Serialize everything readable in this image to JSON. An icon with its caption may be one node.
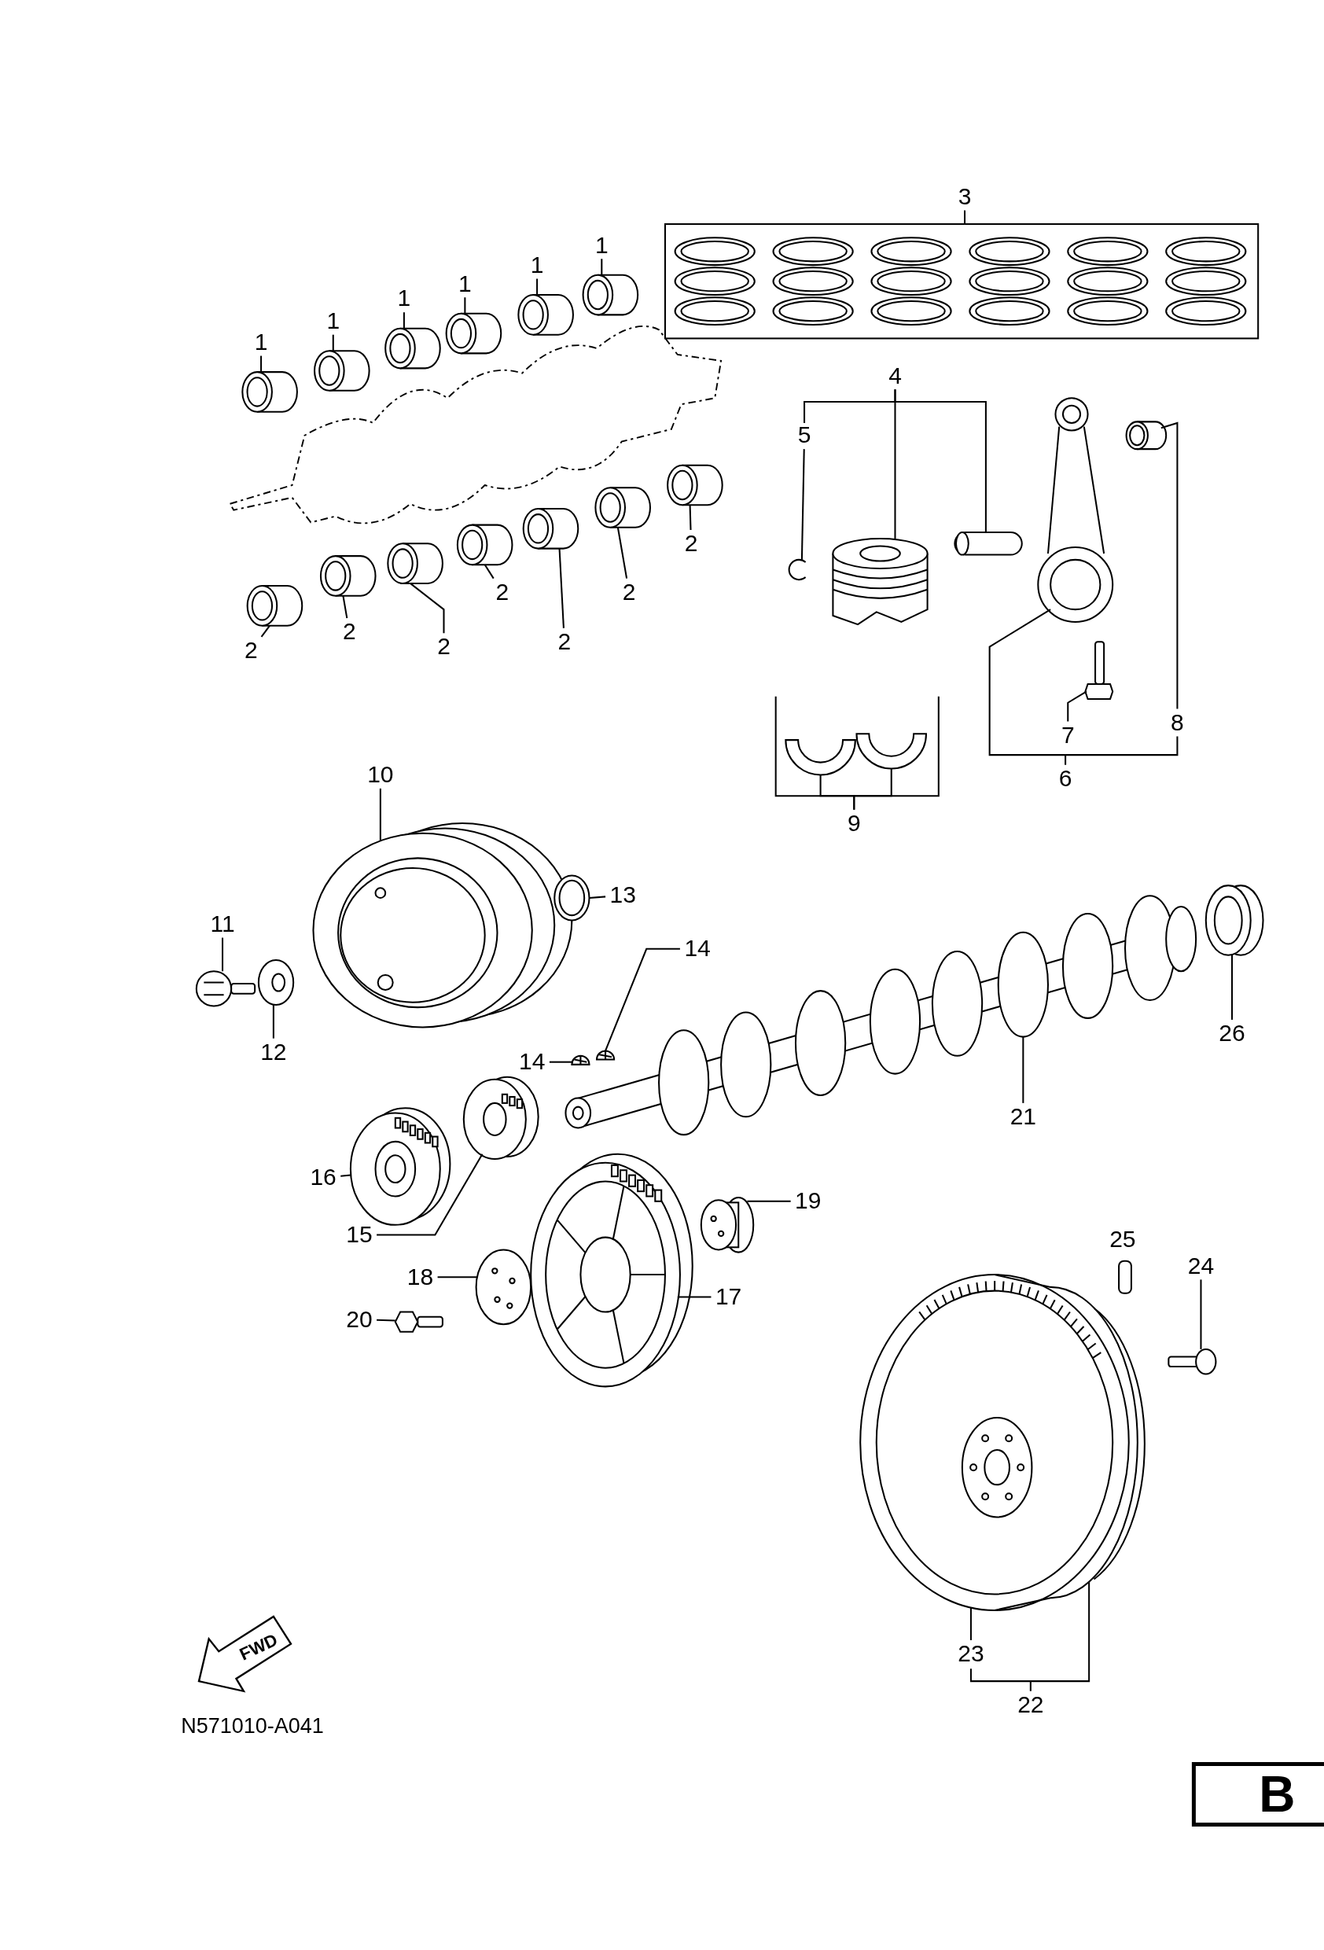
{
  "diagram": {
    "nodes": [
      {
        "text": [
          "3"
        ]
      },
      {
        "text": [
          "1"
        ]
      },
      {
        "text": [
          "1"
        ]
      },
      {
        "text": [
          "1"
        ]
      },
      {
        "text": [
          "1"
        ]
      },
      {
        "text": [
          "1"
        ]
      },
      {
        "text": [
          "1"
        ]
      },
      {
        "text": [
          "4"
        ]
      },
      {
        "text": [
          "5"
        ]
      },
      {
        "text": [
          "2"
        ]
      },
      {
        "text": [
          "2"
        ]
      },
      {
        "text": [
          "2"
        ]
      },
      {
        "text": [
          "2"
        ]
      },
      {
        "text": [
          "2"
        ]
      },
      {
        "text": [
          "2"
        ]
      },
      {
        "text": [
          "2"
        ]
      },
      {
        "text": [
          "7"
        ]
      },
      {
        "text": [
          "8"
        ]
      },
      {
        "text": [
          "6"
        ]
      },
      {
        "text": [
          "9"
        ]
      },
      {
        "text": [
          "10"
        ]
      },
      {
        "text": [
          "13"
        ]
      },
      {
        "text": [
          "11"
        ]
      },
      {
        "text": [
          "14"
        ]
      },
      {
        "text": [
          "12"
        ]
      },
      {
        "text": [
          "14"
        ]
      },
      {
        "text": [
          "26"
        ]
      },
      {
        "text": [
          "21"
        ]
      },
      {
        "text": [
          "16"
        ]
      },
      {
        "text": [
          "19"
        ]
      },
      {
        "text": [
          "15"
        ]
      },
      {
        "text": [
          "18"
        ]
      },
      {
        "text": [
          "24"
        ]
      },
      {
        "text": [
          "17"
        ]
      },
      {
        "text": [
          "20"
        ]
      },
      {
        "text": [
          "23"
        ]
      },
      {
        "text": [
          "22"
        ]
      },
      {
        "text": [],
        "shape": "picture"
      },
      {
        "text": [],
        "shape": "cylinder"
      },
      {
        "text": [],
        "shape": "cylinder"
      },
      {
        "text": [],
        "shape": "cylinder"
      },
      {
        "text": [],
        "shape": "cylinder"
      },
      {
        "text": [],
        "shape": "cylinder"
      },
      {
        "text": [],
        "shape": "cylinder"
      },
      {
        "text": [],
        "shape": "picture"
      },
      {
        "text": [],
        "shape": "picture"
      },
      {
        "text": [],
        "shape": "picture"
      },
      {
        "text": [],
        "shape": "picture"
      },
      {
        "text": [],
        "shape": "cylinder"
      },
      {
        "text": [],
        "shape": "picture"
      },
      {
        "text": [],
        "shape": "cylinder"
      },
      {
        "text": [],
        "shape": "cylinder"
      },
      {
        "text": [],
        "shape": "cylinder"
      },
      {
        "text": [],
        "shape": "cylinder"
      },
      {
        "text": [],
        "shape": "cylinder"
      },
      {
        "text": [],
        "shape": "cylinder"
      },
      {
        "text": [],
        "shape": "cylinder"
      },
      {
        "text": [],
        "shape": "picture"
      },
      {
        "text": [],
        "shape": "picture"
      },
      {
        "text": [],
        "shape": "picture"
      },
      {
        "text": [],
        "shape": "picture"
      },
      {
        "text": [],
        "shape": "picture"
      },
      {
        "text": [],
        "shape": "picture"
      },
      {
        "text": [],
        "shape": "picture"
      },
      {
        "text": [],
        "shape": "picture"
      },
      {
        "text": [],
        "shape": "picture"
      },
      {
        "text": [],
        "shape": "picture"
      },
      {
        "text": [],
        "shape": "picture"
      },
      {
        "text": [],
        "shape": "picture"
      },
      {
        "text": [],
        "shape": "picture"
      },
      {
        "text": [],
        "shape": "picture"
      },
      {
        "text": [],
        "shape": "picture"
      },
      {
        "text": [],
        "shape": "picture"
      },
      {
        "text": [],
        "shape": "picture"
      },
      {
        "text": [],
        "shape": "picture"
      },
      {
        "text": [],
        "shape": "picture"
      }
    ],
    "edges": [
      {
        "from": 0,
        "to": 37,
        "arrow": "none"
      },
      {
        "from": 1,
        "to": 38,
        "arrow": "none"
      },
      {
        "from": 2,
        "to": 39,
        "arrow": "none"
      },
      {
        "from": 3,
        "to": 40,
        "arrow": "none"
      },
      {
        "from": 4,
        "to": 41,
        "arrow": "none"
      },
      {
        "from": 5,
        "to": 42,
        "arrow": "none"
      },
      {
        "from": 6,
        "to": 43,
        "arrow": "none"
      },
      {
        "from": 7,
        "to": 44,
        "arrow": "none"
      },
      {
        "from": 7,
        "to": 45,
        "arrow": "none"
      },
      {
        "from": 8,
        "to": 46,
        "arrow": "none"
      },
      {
        "from": 9,
        "to": 50,
        "arrow": "none"
      },
      {
        "from": 10,
        "to": 51,
        "arrow": "none"
      },
      {
        "from": 11,
        "to": 52,
        "arrow": "none"
      },
      {
        "from": 12,
        "to": 53,
        "arrow": "none"
      },
      {
        "from": 13,
        "to": 54,
        "arrow": "none"
      },
      {
        "from": 14,
        "to": 55,
        "arrow": "none"
      },
      {
        "from": 15,
        "to": 56,
        "arrow": "none"
      },
      {
        "from": 16,
        "to": 49,
        "arrow": "none"
      },
      {
        "from": 17,
        "to": 48,
        "arrow": "none"
      },
      {
        "from": 18,
        "to": 47,
        "arrow": "none"
      },
      {
        "from": 19,
        "to": 57,
        "arrow": "none"
      },
      {
        "from": 19,
        "to": 58,
        "arrow": "none"
      },
      {
        "from": 20,
        "to": 59,
        "arrow": "none"
      },
      {
        "from": 21,
        "to": 60,
        "arrow": "none"
      },
      {
        "from": 22,
        "to": 61,
        "arrow": "none"
      },
      {
        "from": 23,
        "to": 63,
        "arrow": "none"
      },
      {
        "from": 24,
        "to": 62,
        "arrow": "none"
      },
      {
        "from": 25,
        "to": 64,
        "arrow": "none"
      },
      {
        "from": 26,
        "to": 65,
        "arrow": "none"
      },
      {
        "from": 27,
        "to": 66,
        "arrow": "none"
      },
      {
        "from": 28,
        "to": 67,
        "arrow": "none"
      },
      {
        "from": 29,
        "to": 69,
        "arrow": "none"
      },
      {
        "from": 30,
        "to": 68,
        "arrow": "none"
      },
      {
        "from": 31,
        "to": 70,
        "arrow": "none"
      },
      {
        "from": 32,
        "to": 71,
        "arrow": "none"
      },
      {
        "from": 33,
        "to": 72,
        "arrow": "none"
      },
      {
        "from": 34,
        "to": 73,
        "arrow": "none"
      },
      {
        "from": 35,
        "to": 74,
        "arrow": "none"
      },
      {
        "from": 36,
        "to": 75,
        "arrow": "none"
      }
    ],
    "labels": [
      "25",
      "FWD",
      "N571010-A041",
      "B"
    ]
  }
}
